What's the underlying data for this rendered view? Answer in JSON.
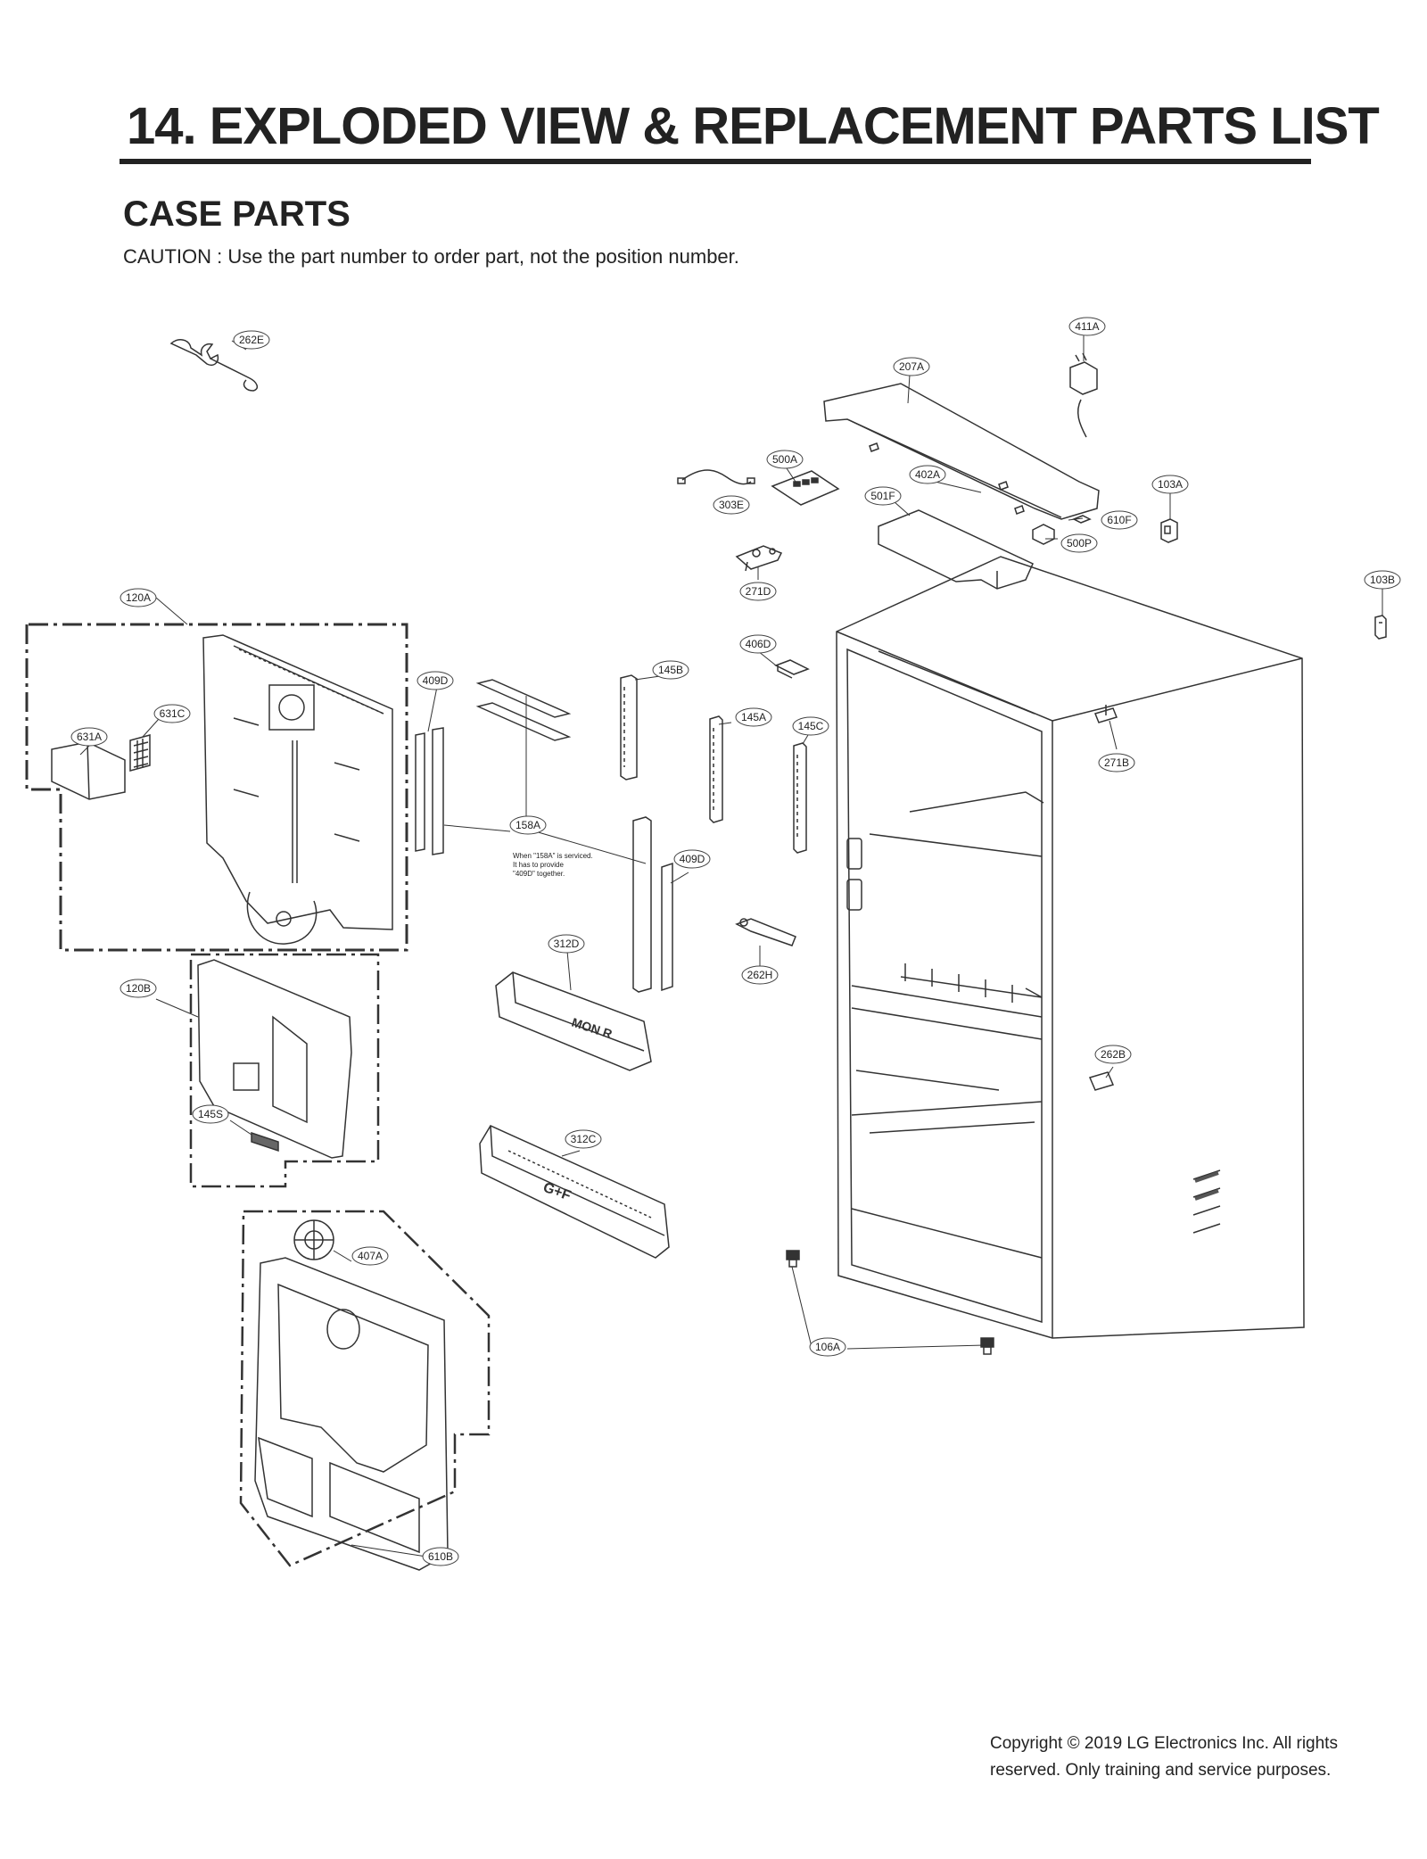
{
  "header": {
    "title": "14. EXPLODED VIEW & REPLACEMENT PARTS LIST",
    "section": "CASE PARTS",
    "caution": "CAUTION : Use the part number to order part, not the position number."
  },
  "callouts": {
    "c262E": "262E",
    "c411A": "411A",
    "c207A": "207A",
    "c500A": "500A",
    "c402A": "402A",
    "c303E": "303E",
    "c501F": "501F",
    "c103A": "103A",
    "c610F": "610F",
    "c500P": "500P",
    "c271D": "271D",
    "c103B": "103B",
    "c120A": "120A",
    "c406D": "406D",
    "c145B": "145B",
    "c409D": "409D",
    "c631C": "631C",
    "c631A": "631A",
    "c145A": "145A",
    "c145C": "145C",
    "c271B": "271B",
    "c158A": "158A",
    "c409D2": "409D",
    "c312D": "312D",
    "c262H": "262H",
    "c120B": "120B",
    "c262B": "262B",
    "c145S": "145S",
    "c312C": "312C",
    "c407A": "407A",
    "c106A": "106A",
    "c610B": "610B"
  },
  "note_158A": [
    "When \"158A\" is serviced.",
    "It has to provide",
    "\"409D\" together."
  ],
  "part_markings": {
    "mon_r": "MON R",
    "gf": "G+F"
  },
  "footer": {
    "copyright_line1": "Copyright © 2019  LG Electronics Inc. All rights",
    "copyright_line2": "reserved. Only training and service purposes."
  }
}
